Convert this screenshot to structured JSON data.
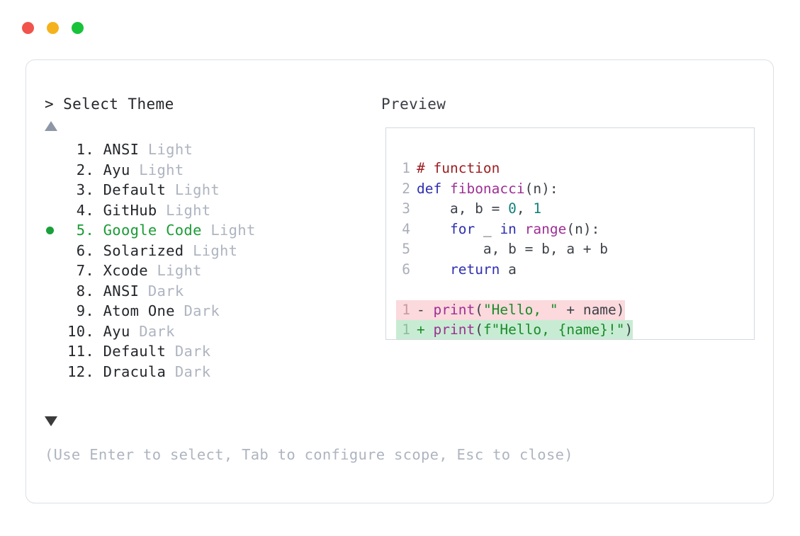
{
  "window": {
    "traffic_lights": [
      {
        "name": "close",
        "color": "#f0544c"
      },
      {
        "name": "minimize",
        "color": "#f5b21c"
      },
      {
        "name": "zoom",
        "color": "#18c33a"
      }
    ]
  },
  "prompt": {
    "caret": ">",
    "title": "Select Theme"
  },
  "preview": {
    "label": "Preview"
  },
  "scroll": {
    "up_arrow": "▲",
    "down_arrow": "▼"
  },
  "themes": {
    "selected_index": 5,
    "bullet": "●",
    "items": [
      {
        "number": " 1.",
        "name": "ANSI",
        "variant": "Light",
        "selected": false
      },
      {
        "number": " 2.",
        "name": "Ayu",
        "variant": "Light",
        "selected": false
      },
      {
        "number": " 3.",
        "name": "Default",
        "variant": "Light",
        "selected": false
      },
      {
        "number": " 4.",
        "name": "GitHub",
        "variant": "Light",
        "selected": false
      },
      {
        "number": " 5.",
        "name": "Google Code",
        "variant": "Light",
        "selected": true
      },
      {
        "number": " 6.",
        "name": "Solarized",
        "variant": "Light",
        "selected": false
      },
      {
        "number": " 7.",
        "name": "Xcode",
        "variant": "Light",
        "selected": false
      },
      {
        "number": " 8.",
        "name": "ANSI",
        "variant": "Dark",
        "selected": false
      },
      {
        "number": " 9.",
        "name": "Atom One",
        "variant": "Dark",
        "selected": false
      },
      {
        "number": "10.",
        "name": "Ayu",
        "variant": "Dark",
        "selected": false
      },
      {
        "number": "11.",
        "name": "Default",
        "variant": "Dark",
        "selected": false
      },
      {
        "number": "12.",
        "name": "Dracula",
        "variant": "Dark",
        "selected": false
      }
    ]
  },
  "code": {
    "lines": [
      {
        "num": "1",
        "tokens": [
          {
            "t": "# function",
            "c": "tk-comment"
          }
        ]
      },
      {
        "num": "2",
        "tokens": [
          {
            "t": "def ",
            "c": "tk-keyword"
          },
          {
            "t": "fibonacci",
            "c": "tk-func"
          },
          {
            "t": "(n):",
            "c": "tk-punct"
          }
        ]
      },
      {
        "num": "3",
        "tokens": [
          {
            "t": "    a, b = ",
            "c": "tk-plain"
          },
          {
            "t": "0",
            "c": "tk-number"
          },
          {
            "t": ", ",
            "c": "tk-plain"
          },
          {
            "t": "1",
            "c": "tk-number"
          }
        ]
      },
      {
        "num": "4",
        "tokens": [
          {
            "t": "    ",
            "c": "tk-plain"
          },
          {
            "t": "for",
            "c": "tk-keyword"
          },
          {
            "t": " _ ",
            "c": "tk-plain"
          },
          {
            "t": "in",
            "c": "tk-keyword"
          },
          {
            "t": " ",
            "c": "tk-plain"
          },
          {
            "t": "range",
            "c": "tk-func"
          },
          {
            "t": "(n):",
            "c": "tk-punct"
          }
        ]
      },
      {
        "num": "5",
        "tokens": [
          {
            "t": "        a, b = b, a + b",
            "c": "tk-plain"
          }
        ]
      },
      {
        "num": "6",
        "tokens": [
          {
            "t": "    ",
            "c": "tk-plain"
          },
          {
            "t": "return",
            "c": "tk-keyword"
          },
          {
            "t": " a",
            "c": "tk-plain"
          }
        ]
      }
    ],
    "diff": [
      {
        "kind": "removed",
        "num": "1",
        "marker": "-",
        "tokens": [
          {
            "t": "print",
            "c": "tk-func"
          },
          {
            "t": "(",
            "c": "tk-punct"
          },
          {
            "t": "\"Hello, \"",
            "c": "tk-string"
          },
          {
            "t": " + name)",
            "c": "tk-plain"
          }
        ]
      },
      {
        "kind": "added",
        "num": "1",
        "marker": "+",
        "tokens": [
          {
            "t": "print",
            "c": "tk-func"
          },
          {
            "t": "(",
            "c": "tk-punct"
          },
          {
            "t": "f\"Hello, {name}!\"",
            "c": "tk-string"
          },
          {
            "t": ")",
            "c": "tk-punct"
          }
        ]
      }
    ]
  },
  "hint": {
    "text": "(Use Enter to select, Tab to configure scope, Esc to close)"
  },
  "colors": {
    "accent_green": "#1a9c35",
    "muted": "#aeb4c0",
    "text": "#24262b",
    "diff_removed_bg": "#fbd9dd",
    "diff_added_bg": "#c8ecd3",
    "panel_border": "#d4d8e1",
    "card_border": "#dcdfe6"
  }
}
